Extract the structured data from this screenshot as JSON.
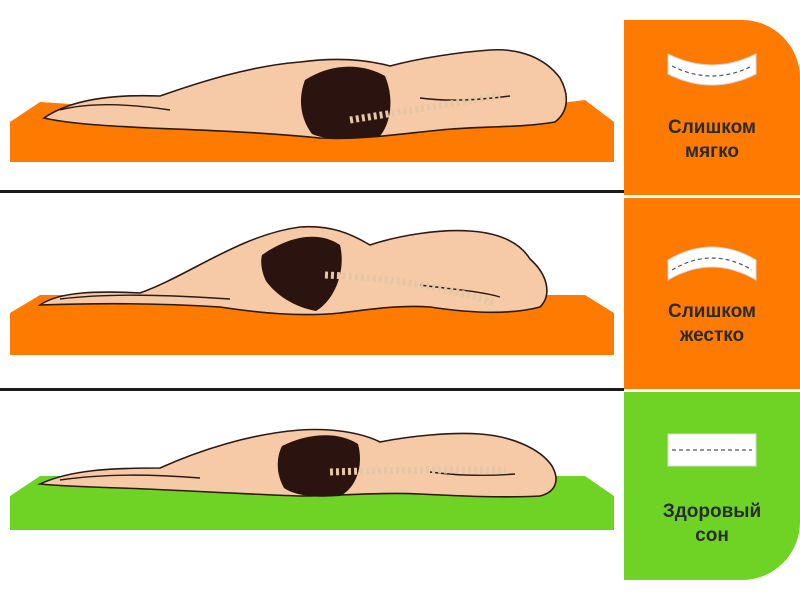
{
  "rows": [
    {
      "label": "Слишком\nмягко",
      "state": "too-soft"
    },
    {
      "label": "Слишком\nжестко",
      "state": "too-hard"
    },
    {
      "label": "Здоровый\nсон",
      "state": "healthy"
    }
  ],
  "colors": {
    "mattress_bad": "#ff7a00",
    "mattress_good": "#6ed325",
    "panel_bad": "#ff7a00",
    "panel_good": "#6ed325",
    "skin": "#f7caa7",
    "outline": "#2b1a14",
    "briefs": "#2b1310",
    "spine": "#e3c7a6",
    "divider": "#1a1a1a",
    "icon_fill": "#ffffff"
  },
  "icons": [
    "spine-curve-sagging-icon",
    "spine-curve-arched-icon",
    "spine-curve-straight-icon"
  ]
}
